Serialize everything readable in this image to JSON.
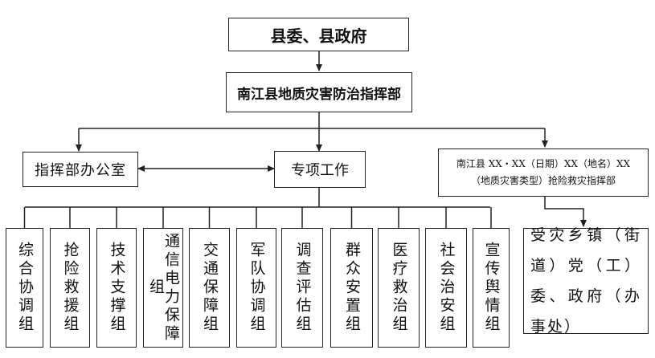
{
  "nodes": {
    "top": "县委、县政府",
    "hq": "南江县地质灾害防治指挥部",
    "office": "指挥部办公室",
    "special": "专项工作",
    "field_hq": "南江县 XX・XX（日期）XX（地名）XX（地质灾害类型）抢险救灾指挥部",
    "local": "受灾乡镇（街道）党（工）委、政府（办事处）"
  },
  "groups": [
    "综合协调组",
    "抢险救援组",
    "技术支撑组",
    "通信电力保障组",
    "交通保障组",
    "军队协调组",
    "调查评估组",
    "群众安置组",
    "医疗救治组",
    "社会治安组",
    "宣传舆情组"
  ]
}
